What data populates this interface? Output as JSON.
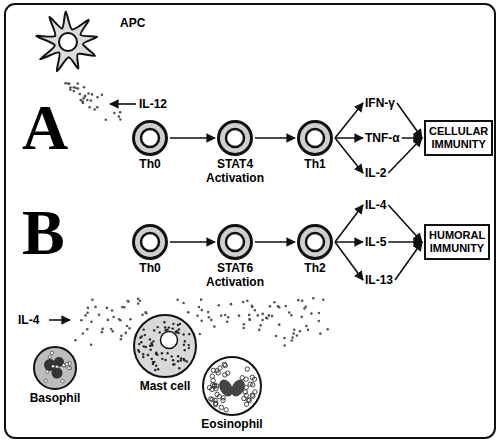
{
  "diagram": {
    "nodes": [
      {
        "text": [
          "APC"
        ]
      },
      {
        "text": [
          "Th0"
        ]
      },
      {
        "text": [
          "STAT4 Activation"
        ]
      },
      {
        "text": [
          "Th1"
        ]
      },
      {
        "text": [
          "IFN-γ"
        ]
      },
      {
        "text": [
          "TNF-α"
        ]
      },
      {
        "text": [
          "IL-2"
        ]
      },
      {
        "text": [
          "CELLULAR IMMUNITY"
        ]
      },
      {
        "text": [
          "Th0"
        ]
      },
      {
        "text": [
          "STAT6 Activation"
        ]
      },
      {
        "text": [
          "Th2"
        ]
      },
      {
        "text": [
          "IL-4"
        ]
      },
      {
        "text": [
          "IL-5"
        ]
      },
      {
        "text": [
          "IL-13"
        ]
      },
      {
        "text": [
          "HUMORAL IMMUNITY"
        ]
      },
      {
        "text": [
          "Basophil"
        ]
      },
      {
        "text": [
          "Mast cell"
        ]
      },
      {
        "text": [
          "Eosinophil"
        ]
      }
    ],
    "edges": [
      {
        "from": 1,
        "to": 2,
        "arrow": "to"
      },
      {
        "from": 2,
        "to": 3,
        "arrow": "to"
      },
      {
        "from": 3,
        "to": 4,
        "arrow": "to"
      },
      {
        "from": 3,
        "to": 5,
        "arrow": "to"
      },
      {
        "from": 3,
        "to": 6,
        "arrow": "to"
      },
      {
        "from": 4,
        "to": 7,
        "arrow": "to"
      },
      {
        "from": 5,
        "to": 7,
        "arrow": "to"
      },
      {
        "from": 6,
        "to": 7,
        "arrow": "to"
      },
      {
        "from": 8,
        "to": 9,
        "arrow": "to"
      },
      {
        "from": 9,
        "to": 10,
        "arrow": "to"
      },
      {
        "from": 10,
        "to": 11,
        "arrow": "to"
      },
      {
        "from": 10,
        "to": 12,
        "arrow": "to"
      },
      {
        "from": 10,
        "to": 13,
        "arrow": "to"
      },
      {
        "from": 11,
        "to": 14,
        "arrow": "to"
      },
      {
        "from": 12,
        "to": 14,
        "arrow": "to"
      },
      {
        "from": 13,
        "to": 14,
        "arrow": "to"
      }
    ],
    "labels": [
      "IL-12",
      "A",
      "B",
      "IL-4"
    ]
  }
}
